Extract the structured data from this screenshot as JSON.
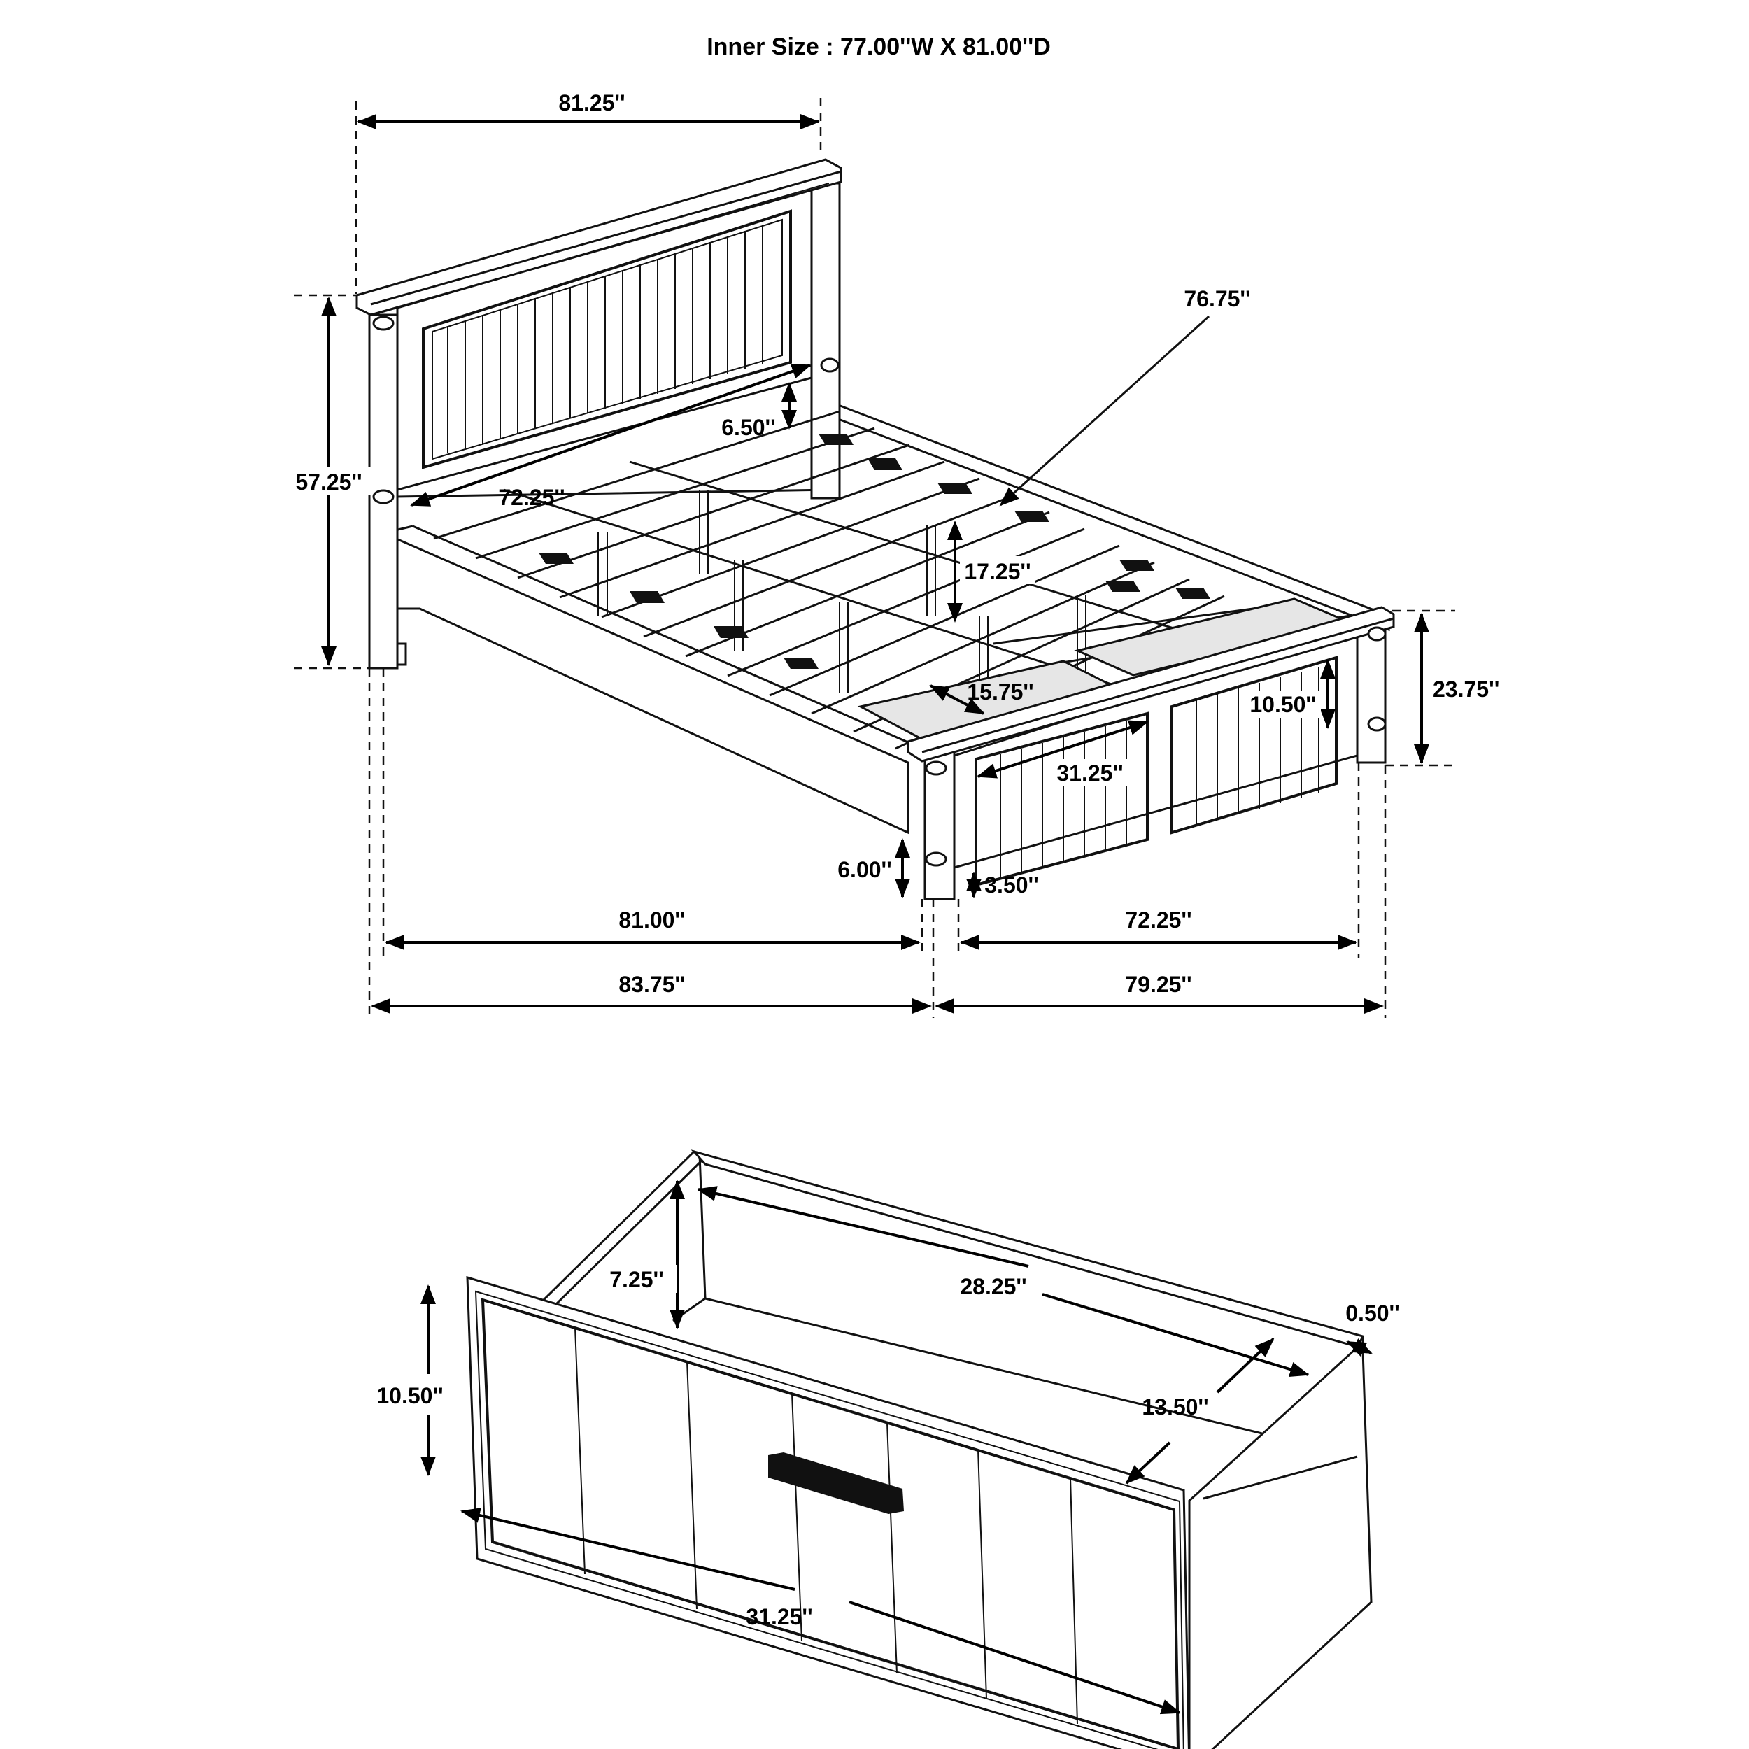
{
  "title": "Inner Size : 77.00''W X 81.00''D",
  "bed": {
    "headboard_width": "81.25''",
    "headboard_height": "57.25''",
    "headboard_panel_width": "72.25''",
    "headboard_rail_gap": "6.50''",
    "side_rail_length": "76.75''",
    "floor_to_slats": "17.25''",
    "storage_opening": "15.75''",
    "footboard_height": "23.75''",
    "footboard_panel_height": "10.50''",
    "footboard_drawer_width": "31.25''",
    "rail_clearance": "6.00''",
    "footboard_clearance": "3.50''",
    "inner_length": "81.00''",
    "footboard_inner_width": "72.25''",
    "overall_length": "83.75''",
    "overall_width": "79.25''"
  },
  "drawer": {
    "inner_height": "7.25''",
    "inner_width": "28.25''",
    "front_height": "10.50''",
    "inner_depth": "13.50''",
    "panel_thickness": "0.50''",
    "front_width": "31.25''"
  },
  "colors": {
    "line": "#111111",
    "storage_panel": "#e6e6e6",
    "background": "#ffffff"
  }
}
